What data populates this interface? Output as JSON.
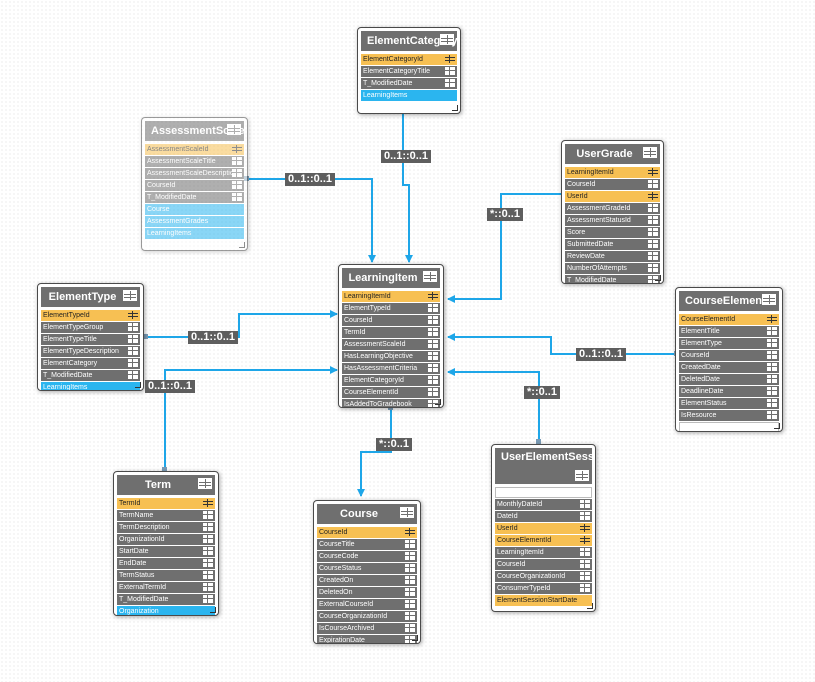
{
  "diagram": {
    "entities": [
      {
        "id": "elementcategory",
        "title": "ElementCategory",
        "faded": false,
        "rows": [
          {
            "label": "ElementCategoryId",
            "kind": "key"
          },
          {
            "label": "ElementCategoryTitle",
            "kind": "field"
          },
          {
            "label": "T_ModifiedDate",
            "kind": "field"
          },
          {
            "label": "LearningItems",
            "kind": "nav"
          }
        ]
      },
      {
        "id": "assessmentscale",
        "title": "AssessmentScale",
        "faded": true,
        "rows": [
          {
            "label": "AssessmentScaleId",
            "kind": "key"
          },
          {
            "label": "AssessmentScaleTitle",
            "kind": "field"
          },
          {
            "label": "AssessmentScaleDescription",
            "kind": "field"
          },
          {
            "label": "CourseId",
            "kind": "field"
          },
          {
            "label": "T_ModifiedDate",
            "kind": "field"
          },
          {
            "label": "Course",
            "kind": "nav"
          },
          {
            "label": "AssessmentGrades",
            "kind": "nav"
          },
          {
            "label": "LearningItems",
            "kind": "nav"
          }
        ]
      },
      {
        "id": "usergrade",
        "title": "UserGrade",
        "faded": false,
        "rows": [
          {
            "label": "LearningItemId",
            "kind": "key"
          },
          {
            "label": "CourseId",
            "kind": "field"
          },
          {
            "label": "UserId",
            "kind": "key"
          },
          {
            "label": "AssessmentGradeId",
            "kind": "field"
          },
          {
            "label": "AssessmentStatusId",
            "kind": "field"
          },
          {
            "label": "Score",
            "kind": "field"
          },
          {
            "label": "SubmittedDate",
            "kind": "field"
          },
          {
            "label": "ReviewDate",
            "kind": "field"
          },
          {
            "label": "NumberOfAttempts",
            "kind": "field"
          },
          {
            "label": "T_ModifiedDate",
            "kind": "field"
          }
        ]
      },
      {
        "id": "learningitem",
        "title": "LearningItem",
        "faded": false,
        "rows": [
          {
            "label": "LearningItemId",
            "kind": "key"
          },
          {
            "label": "ElementTypeId",
            "kind": "field"
          },
          {
            "label": "CourseId",
            "kind": "field"
          },
          {
            "label": "TermId",
            "kind": "field"
          },
          {
            "label": "AssessmentScaleId",
            "kind": "field"
          },
          {
            "label": "HasLearningObjective",
            "kind": "field"
          },
          {
            "label": "HasAssessmentCriteria",
            "kind": "field"
          },
          {
            "label": "ElementCategoryId",
            "kind": "field"
          },
          {
            "label": "CourseElementId",
            "kind": "field"
          },
          {
            "label": "IsAddedToGradebook",
            "kind": "field"
          }
        ]
      },
      {
        "id": "elementtype",
        "title": "ElementType",
        "faded": false,
        "rows": [
          {
            "label": "ElementTypeId",
            "kind": "key"
          },
          {
            "label": "ElementTypeGroup",
            "kind": "field"
          },
          {
            "label": "ElementTypeTitle",
            "kind": "field"
          },
          {
            "label": "ElementTypeDescription",
            "kind": "field"
          },
          {
            "label": "ElementCategory",
            "kind": "field"
          },
          {
            "label": "T_ModifiedDate",
            "kind": "field"
          },
          {
            "label": "LearningItems",
            "kind": "nav"
          }
        ]
      },
      {
        "id": "courseelement",
        "title": "CourseElement",
        "faded": false,
        "rows": [
          {
            "label": "CourseElementId",
            "kind": "key"
          },
          {
            "label": "ElementTitle",
            "kind": "field"
          },
          {
            "label": "ElementType",
            "kind": "field"
          },
          {
            "label": "CourseId",
            "kind": "field"
          },
          {
            "label": "CreatedDate",
            "kind": "field"
          },
          {
            "label": "DeletedDate",
            "kind": "field"
          },
          {
            "label": "DeadlineDate",
            "kind": "field"
          },
          {
            "label": "ElementStatus",
            "kind": "field"
          },
          {
            "label": "IsResource",
            "kind": "field"
          },
          {
            "label": "",
            "kind": "blank"
          }
        ]
      },
      {
        "id": "userelementsession",
        "title": "UserElementSession",
        "faded": false,
        "rows": [
          {
            "label": "",
            "kind": "blank"
          },
          {
            "label": "MonthlyDateId",
            "kind": "field"
          },
          {
            "label": "DateId",
            "kind": "field"
          },
          {
            "label": "UserId",
            "kind": "key"
          },
          {
            "label": "CourseElementId",
            "kind": "key"
          },
          {
            "label": "LearningItemId",
            "kind": "field"
          },
          {
            "label": "CourseId",
            "kind": "field"
          },
          {
            "label": "CourseOrganizationId",
            "kind": "field"
          },
          {
            "label": "ConsumerTypeId",
            "kind": "field"
          },
          {
            "label": "ElementSessionStartDate",
            "kind": "key"
          }
        ]
      },
      {
        "id": "term",
        "title": "Term",
        "faded": false,
        "rows": [
          {
            "label": "TermId",
            "kind": "key"
          },
          {
            "label": "TermName",
            "kind": "field"
          },
          {
            "label": "TermDescription",
            "kind": "field"
          },
          {
            "label": "OrganizationId",
            "kind": "field"
          },
          {
            "label": "StartDate",
            "kind": "field"
          },
          {
            "label": "EndDate",
            "kind": "field"
          },
          {
            "label": "TermStatus",
            "kind": "field"
          },
          {
            "label": "ExternalTermId",
            "kind": "field"
          },
          {
            "label": "T_ModifiedDate",
            "kind": "field"
          },
          {
            "label": "Organization",
            "kind": "nav"
          }
        ]
      },
      {
        "id": "course",
        "title": "Course",
        "faded": false,
        "rows": [
          {
            "label": "CourseId",
            "kind": "key"
          },
          {
            "label": "CourseTitle",
            "kind": "field"
          },
          {
            "label": "CourseCode",
            "kind": "field"
          },
          {
            "label": "CourseStatus",
            "kind": "field"
          },
          {
            "label": "CreatedOn",
            "kind": "field"
          },
          {
            "label": "DeletedOn",
            "kind": "field"
          },
          {
            "label": "ExternalCourseId",
            "kind": "field"
          },
          {
            "label": "CourseOrganizationId",
            "kind": "field"
          },
          {
            "label": "IsCourseArchived",
            "kind": "field"
          },
          {
            "label": "ExpirationDate",
            "kind": "field"
          }
        ]
      }
    ],
    "relationships": [
      {
        "id": "elementcategory-learningitem",
        "label": "0..1::0..1"
      },
      {
        "id": "assessmentscale-learningitem",
        "label": "0..1::0..1"
      },
      {
        "id": "usergrade-learningitem",
        "label": "*::0..1"
      },
      {
        "id": "elementtype-learningitem",
        "label": "0..1::0..1"
      },
      {
        "id": "term-learningitem",
        "label": "0..1::0..1"
      },
      {
        "id": "courseelement-learningitem",
        "label": "0..1::0..1"
      },
      {
        "id": "userelementsession-learningitem",
        "label": "*::0..1"
      },
      {
        "id": "learningitem-course",
        "label": "*::0..1"
      }
    ],
    "colors": {
      "header": "#6f6f6f",
      "key_row": "#f7c053",
      "nav_row": "#2bb5ef",
      "wire": "#1ea6e8",
      "label_bg": "#5e5e5e"
    }
  }
}
